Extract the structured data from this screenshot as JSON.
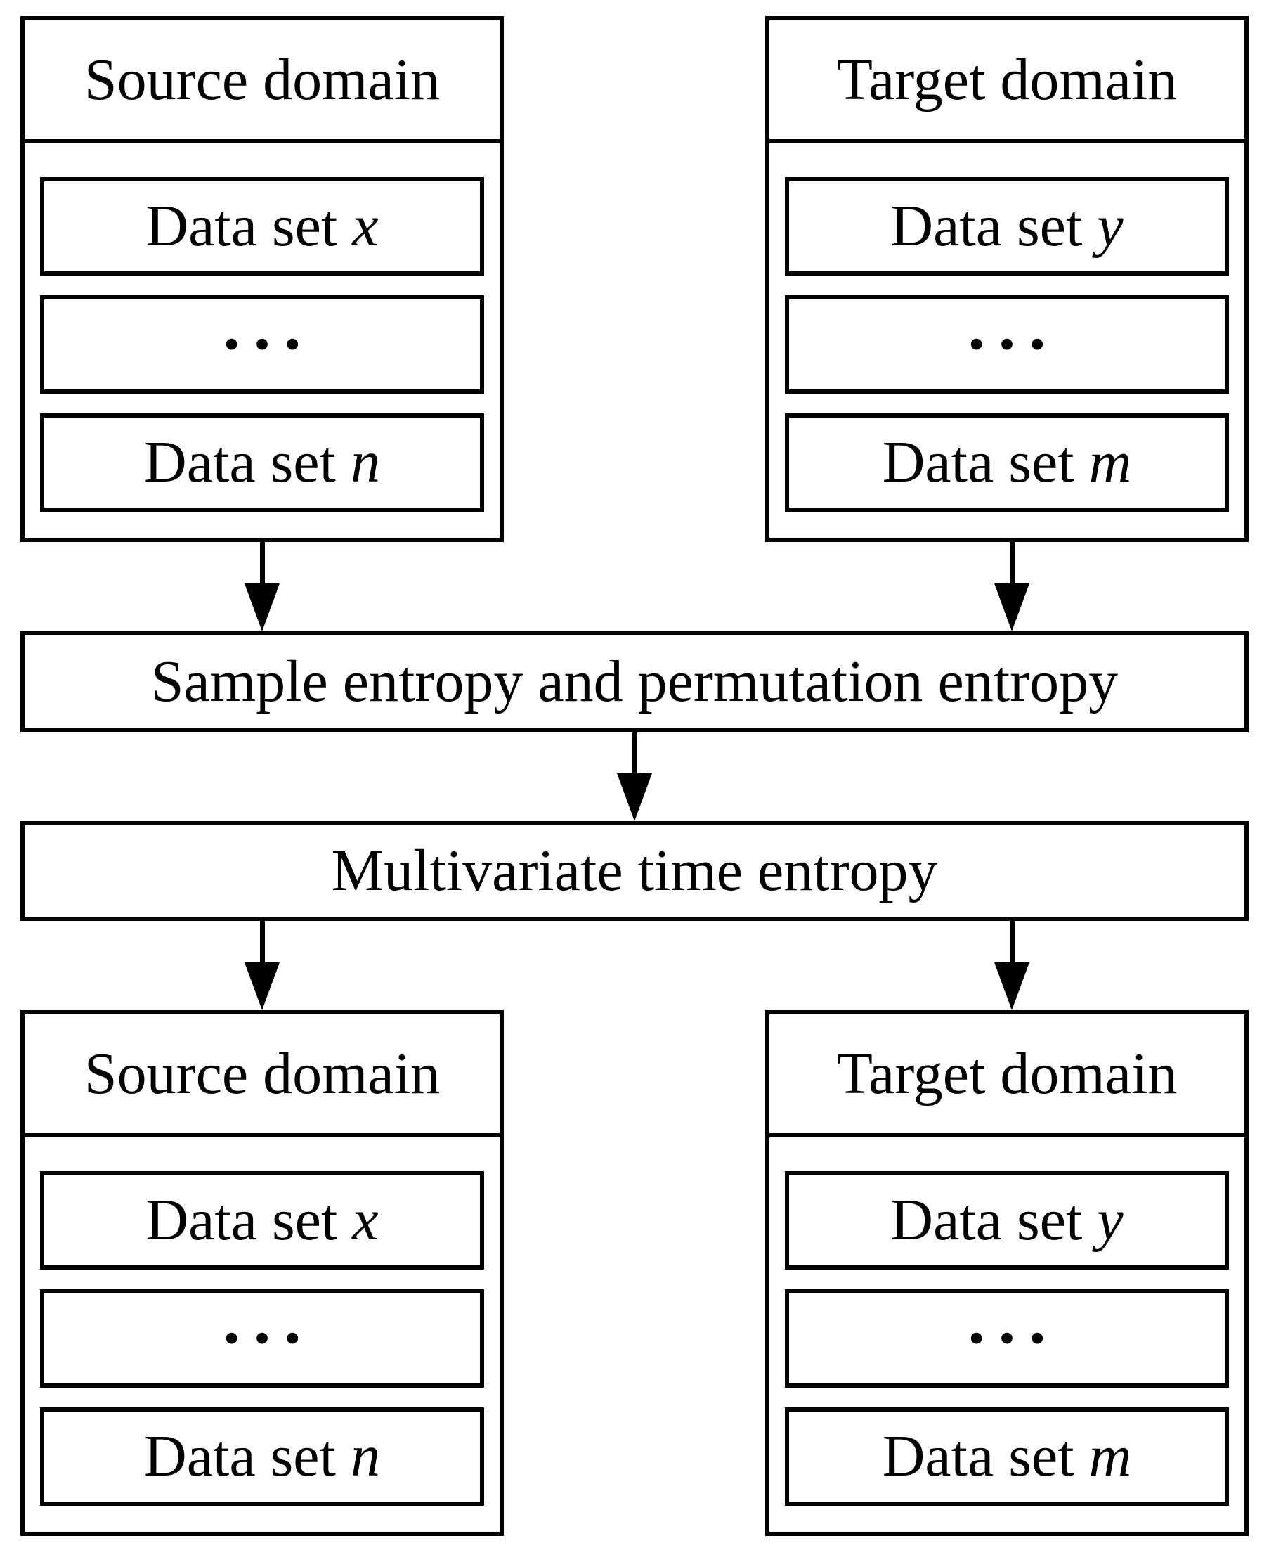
{
  "colors": {
    "line": "#000000",
    "background": "#ffffff",
    "text": "#000000"
  },
  "diagram": {
    "source_top": {
      "title": "Source domain",
      "datasets": [
        {
          "label": "Data set ",
          "variable": "x"
        },
        {
          "label": "•••",
          "variable": ""
        },
        {
          "label": "Data set ",
          "variable": "n"
        }
      ]
    },
    "target_top": {
      "title": "Target domain",
      "datasets": [
        {
          "label": "Data set ",
          "variable": "y"
        },
        {
          "label": "•••",
          "variable": ""
        },
        {
          "label": "Data set ",
          "variable": "m"
        }
      ]
    },
    "entropy_box": {
      "label": "Sample entropy and permutation entropy"
    },
    "multivariate_box": {
      "label": "Multivariate time entropy"
    },
    "source_bottom": {
      "title": "Source domain",
      "datasets": [
        {
          "label": "Data set ",
          "variable": "x"
        },
        {
          "label": "•••",
          "variable": ""
        },
        {
          "label": "Data set ",
          "variable": "n"
        }
      ]
    },
    "target_bottom": {
      "title": "Target domain",
      "datasets": [
        {
          "label": "Data set ",
          "variable": "y"
        },
        {
          "label": "•••",
          "variable": ""
        },
        {
          "label": "Data set ",
          "variable": "m"
        }
      ]
    }
  }
}
